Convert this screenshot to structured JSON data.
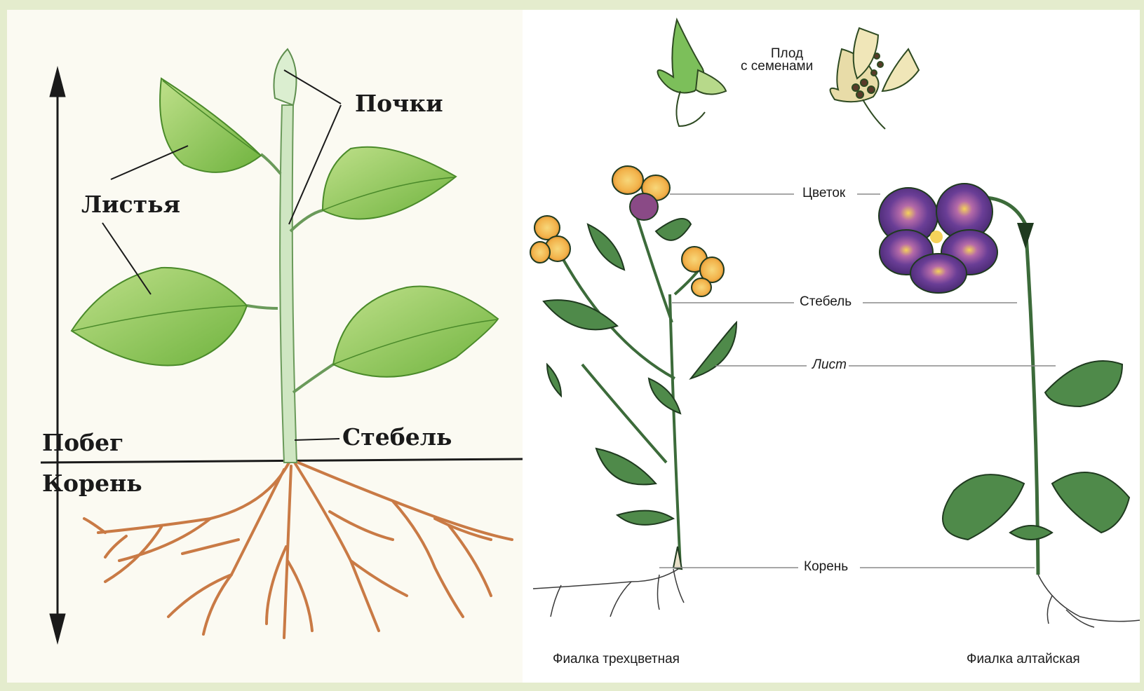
{
  "left_panel": {
    "label_buds": "Почки",
    "label_leaves": "Листья",
    "label_shoot": "Побег",
    "label_root": "Корень",
    "label_stem": "Стебель"
  },
  "right_panel": {
    "fruit_label_line1": "Плод",
    "fruit_label_line2": "с семенами",
    "label_flower": "Цветок",
    "label_stem": "Стебель",
    "label_leaf": "Лист",
    "label_root": "Корень",
    "caption_left": "Фиалка трехцветная",
    "caption_right": "Фиалка алтайская"
  }
}
